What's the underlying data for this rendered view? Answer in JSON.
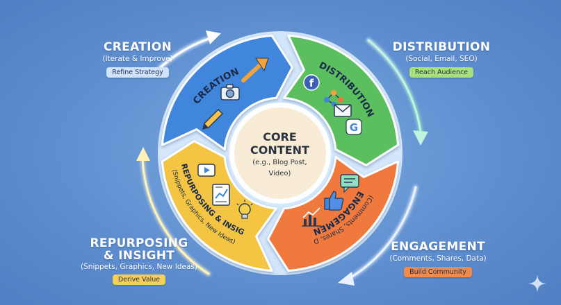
{
  "center": {
    "title_line1": "CORE",
    "title_line2": "CONTENT",
    "sub_line1": "(e.g., Blog Post,",
    "sub_line2": "Video)"
  },
  "segments": {
    "creation": {
      "label": "CREATION",
      "color": "#3f86dd"
    },
    "distribution": {
      "label": "DISTRIBUTION",
      "color": "#5cbf5f"
    },
    "engagement": {
      "label": "ENGAGEMENT",
      "sub": "(Comments, Shares, Data)",
      "color": "#f07a3c"
    },
    "repurposing": {
      "label": "REPURPOSING & INSIGHT",
      "sub": "(Snippets, Graphics, New Ideas)",
      "color": "#f4c542"
    }
  },
  "sides": {
    "creation": {
      "title": "CREATION",
      "sub": "(Iterate & Improve)",
      "pill": "Refine Strategy",
      "pill_color": "#cfe3fb"
    },
    "distribution": {
      "title": "DISTRIBUTION",
      "sub": "(Social, Email, SEO)",
      "pill": "Reach Audience",
      "pill_color": "#a9e07e"
    },
    "engagement": {
      "title": "ENGAGEMENT",
      "sub": "(Comments, Shares, Data)",
      "pill": "Build Community",
      "pill_color": "#f28a4a"
    },
    "repurposing": {
      "title_line1": "REPURPOSING",
      "title_line2": "& INSIGHT",
      "sub": "(Snippets, Graphics, New Ideas)",
      "pill": "Derive Value",
      "pill_color": "#f6cf5a"
    }
  },
  "icons": {
    "creation": [
      "camera-icon",
      "pencil-icon",
      "arrow-up-right-icon"
    ],
    "distribution": [
      "facebook-icon",
      "share-network-icon",
      "email-icon",
      "google-icon"
    ],
    "engagement": [
      "chat-bubble-icon",
      "thumbs-up-icon",
      "bar-chart-icon"
    ],
    "repurposing": [
      "video-play-icon",
      "report-chart-icon",
      "lightbulb-icon"
    ]
  },
  "colors": {
    "background": "#5f8fd0",
    "ring_outer_glow": "#e6f3ff",
    "center_fill": "#f8ecd6"
  }
}
